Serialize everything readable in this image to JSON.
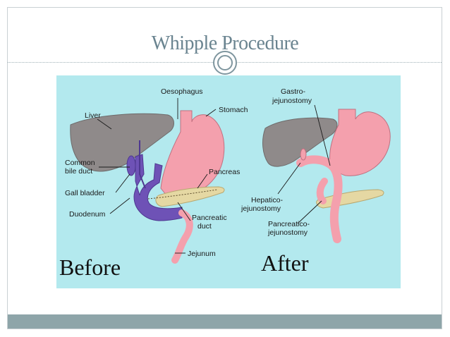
{
  "slide": {
    "title": "Whipple Procedure"
  },
  "diagram": {
    "before": {
      "caption": "Before",
      "labels": {
        "oesophagus": "Oesophagus",
        "stomach": "Stomach",
        "liver": "Liver",
        "common_bile_duct_1": "Common",
        "common_bile_duct_2": "bile duct",
        "gall_bladder": "Gall bladder",
        "duodenum": "Duodenum",
        "pancreas": "Pancreas",
        "pancreatic_duct_1": "Pancreatic",
        "pancreatic_duct_2": "duct",
        "jejunum": "Jejunum"
      }
    },
    "after": {
      "caption": "After",
      "labels": {
        "gastrojejunostomy_1": "Gastro-",
        "gastrojejunostomy_2": "jejunostomy",
        "hepaticojejunostomy_1": "Hepatico-",
        "hepaticojejunostomy_2": "jejunostomy",
        "pancreaticojejunostomy_1": "Pancreatico-",
        "pancreaticojejunostomy_2": "jejunostomy"
      }
    },
    "colors": {
      "background": "#b3e9ee",
      "liver": "#8f8a8a",
      "stomach": "#f4a0ad",
      "duodenum": "#6e52b6",
      "pancreas": "#e5d8a3",
      "jejunum": "#f4a0ad"
    }
  }
}
